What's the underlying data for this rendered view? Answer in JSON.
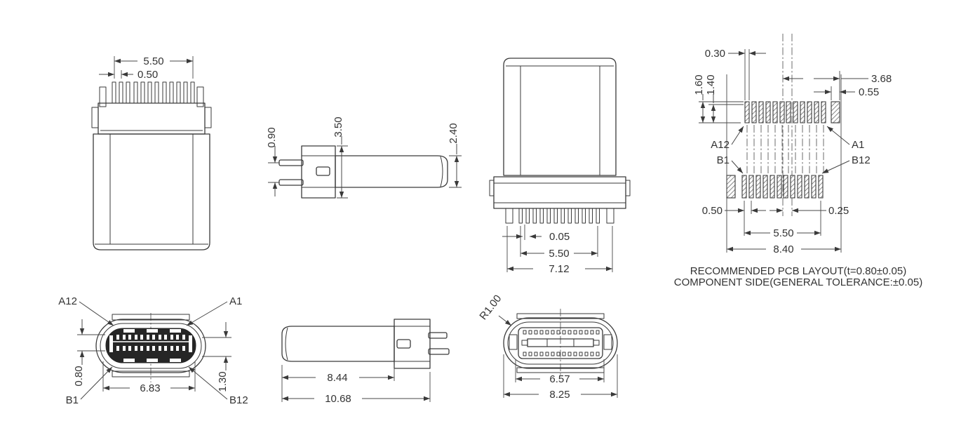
{
  "views": {
    "front_top": {
      "dim_pin_span": "5.50",
      "dim_pin_pitch": "0.50"
    },
    "side_top": {
      "dim_leg_gap": "0.90",
      "dim_mount_height": "3.50",
      "dim_barrel_dia": "2.40"
    },
    "rear_top": {
      "dim_pin_offset": "0.05",
      "dim_pin_span": "5.50",
      "dim_overall_width": "7.12"
    },
    "pcb_layout": {
      "dim_pad_width": "0.30",
      "dim_pad_length_outer": "1.60",
      "dim_pad_length_inner": "1.40",
      "dim_center_to_side_pad": "3.68",
      "dim_side_pad_width": "0.55",
      "dim_pad_pitch": "0.50",
      "dim_row_offset": "0.25",
      "dim_pad_span": "5.50",
      "dim_overall_width": "8.40",
      "label_a12": "A12",
      "label_a1": "A1",
      "label_b1": "B1",
      "label_b12": "B12",
      "caption_line1": "RECOMMENDED PCB LAYOUT(t=0.80±0.05)",
      "caption_line2": "COMPONENT SIDE(GENERAL TOLERANCE:±0.05)"
    },
    "front_bottom": {
      "label_a12": "A12",
      "label_a1": "A1",
      "label_b1": "B1",
      "label_b12": "B12",
      "dim_tongue_thickness": "0.80",
      "dim_tongue_width": "6.83",
      "dim_shell_height": "1.30"
    },
    "side_bottom": {
      "dim_barrel_length": "8.44",
      "dim_overall_length": "10.68"
    },
    "rear_bottom": {
      "dim_corner_radius": "R1.00",
      "dim_inner_width": "6.57",
      "dim_overall_width": "8.25"
    }
  }
}
